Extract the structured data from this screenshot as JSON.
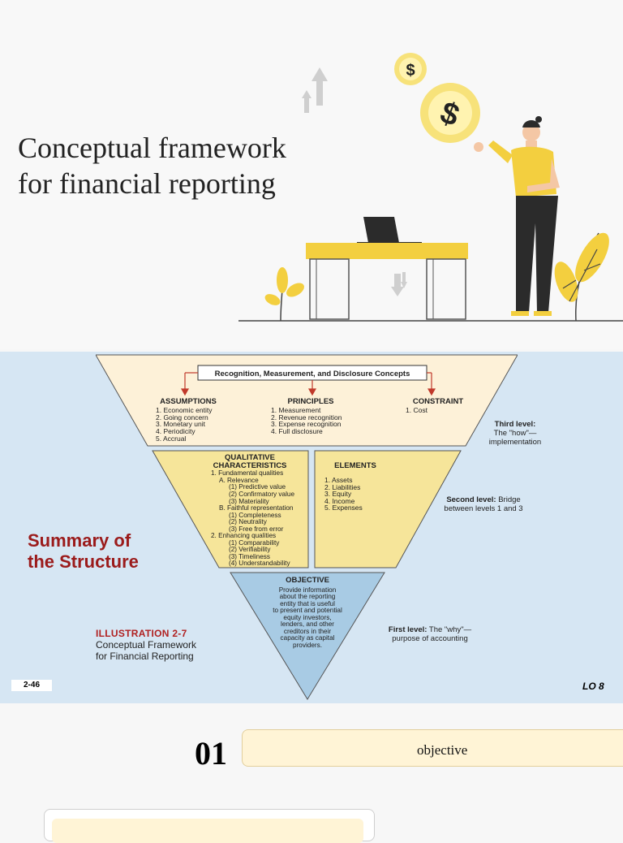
{
  "hero": {
    "title_line1": "Conceptual framework",
    "title_line2": "for financial reporting",
    "coin_symbol": "$"
  },
  "slide": {
    "top_header": "Recognition, Measurement, and Disclosure Concepts",
    "assumptions": {
      "heading": "ASSUMPTIONS",
      "items": [
        "1. Economic entity",
        "2. Going concern",
        "3. Monetary unit",
        "4. Periodicity",
        "5. Accrual"
      ]
    },
    "principles": {
      "heading": "PRINCIPLES",
      "items": [
        "1. Measurement",
        "2. Revenue recognition",
        "3. Expense recognition",
        "4. Full disclosure"
      ]
    },
    "constraint": {
      "heading": "CONSTRAINT",
      "items": [
        "1. Cost"
      ]
    },
    "qualitative": {
      "heading1": "QUALITATIVE",
      "heading2": "CHARACTERISTICS",
      "items": [
        "1. Fundamental qualities",
        "A. Relevance",
        "(1) Predictive value",
        "(2) Confirmatory value",
        "(3) Materiality",
        "B. Faithful representation",
        "(1) Completeness",
        "(2) Neutrality",
        "(3) Free from error",
        "2. Enhancing qualities",
        "(1) Comparability",
        "(2) Verifiability",
        "(3) Timeliness",
        "(4) Understandability"
      ]
    },
    "elements": {
      "heading": "ELEMENTS",
      "items": [
        "1. Assets",
        "2. Liabilities",
        "3. Equity",
        "4. Income",
        "5. Expenses"
      ]
    },
    "objective": {
      "heading": "OBJECTIVE",
      "lines": [
        "Provide information",
        "about the reporting",
        "entity that is useful",
        "to present and potential",
        "equity investors,",
        "lenders, and other",
        "creditors in their",
        "capacity as capital",
        "providers."
      ]
    },
    "levels": {
      "third_bold": "Third level:",
      "third_rest1": "The \"how\"—",
      "third_rest2": "implementation",
      "second_bold": "Second level:",
      "second_rest1": "Bridge",
      "second_rest2": "between levels 1 and 3",
      "first_bold": "First level:",
      "first_rest1": "The \"why\"—",
      "first_rest2": "purpose of accounting"
    },
    "summary_line1": "Summary of",
    "summary_line2": "the Structure",
    "illustration_num": "ILLUSTRATION 2-7",
    "illustration_line1": "Conceptual Framework",
    "illustration_line2": "for Financial Reporting",
    "page_number": "2-46",
    "lo": "LO 8"
  },
  "section": {
    "number": "01",
    "label": "objective"
  },
  "colors": {
    "cream": "#fdf1d8",
    "yellow": "#f6e59a",
    "blue": "#a8cbe4",
    "slide_bg": "#d6e6f3",
    "accent_red": "#9b1b1b"
  }
}
